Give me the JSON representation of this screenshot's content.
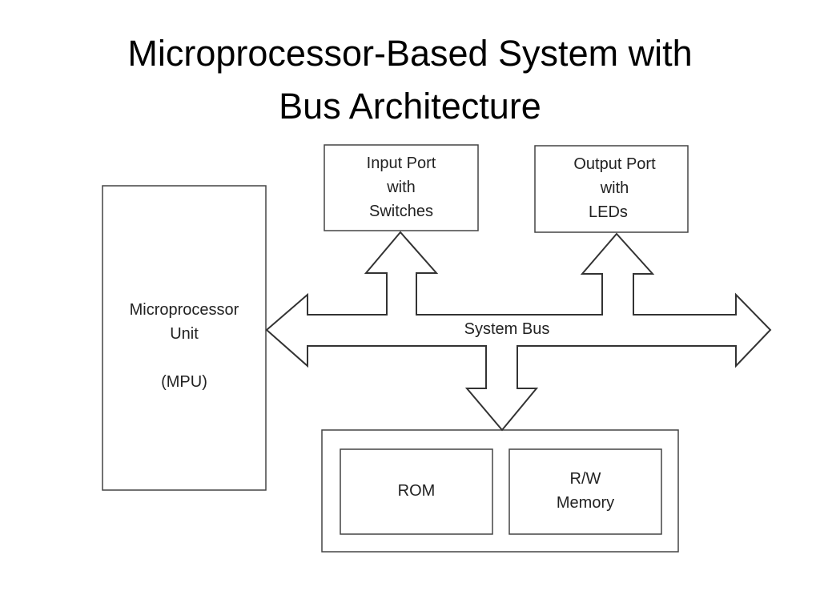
{
  "title": {
    "line1": "Microprocessor-Based System with",
    "line2": "Bus Architecture"
  },
  "diagram": {
    "mpu": {
      "line1": "Microprocessor",
      "line2": "Unit",
      "line3": "(MPU)"
    },
    "input_port": {
      "line1": "Input Port",
      "line2": "with",
      "line3": "Switches"
    },
    "output_port": {
      "line1": "Output Port",
      "line2": "with",
      "line3": "LEDs"
    },
    "bus": {
      "label": "System Bus"
    },
    "memory": {
      "rom": "ROM",
      "rw_line1": "R/W",
      "rw_line2": "Memory"
    }
  }
}
